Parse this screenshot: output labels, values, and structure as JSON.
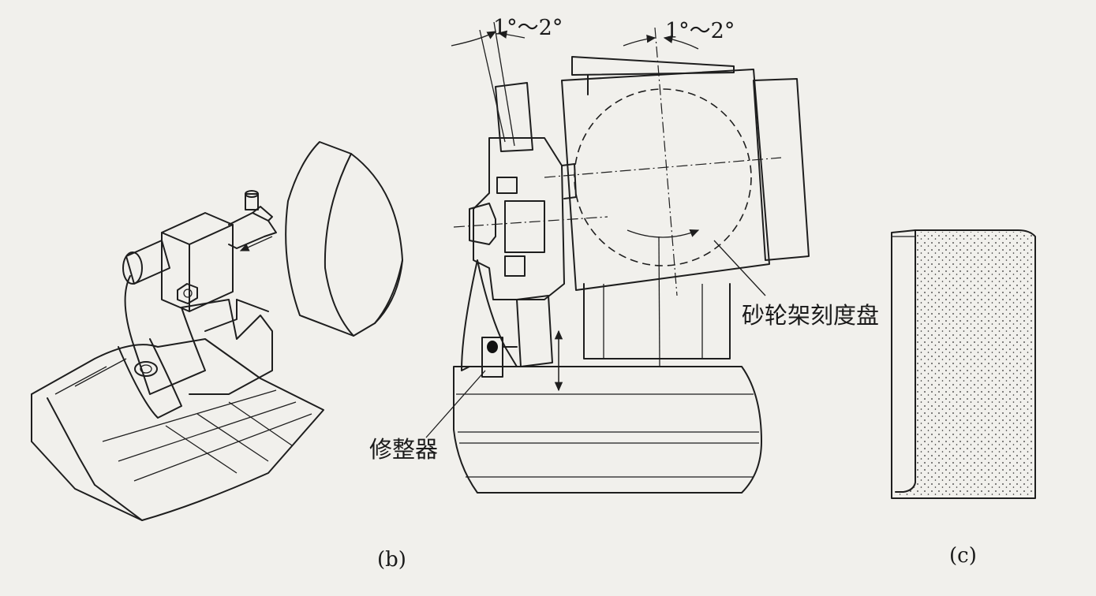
{
  "labels": {
    "angle_left": "1°～2°",
    "angle_right": "1°～2°",
    "wheel_dial": "砂轮架刻度盘",
    "dresser": "修整器",
    "caption_b": "(b)",
    "caption_c": "(c)"
  }
}
